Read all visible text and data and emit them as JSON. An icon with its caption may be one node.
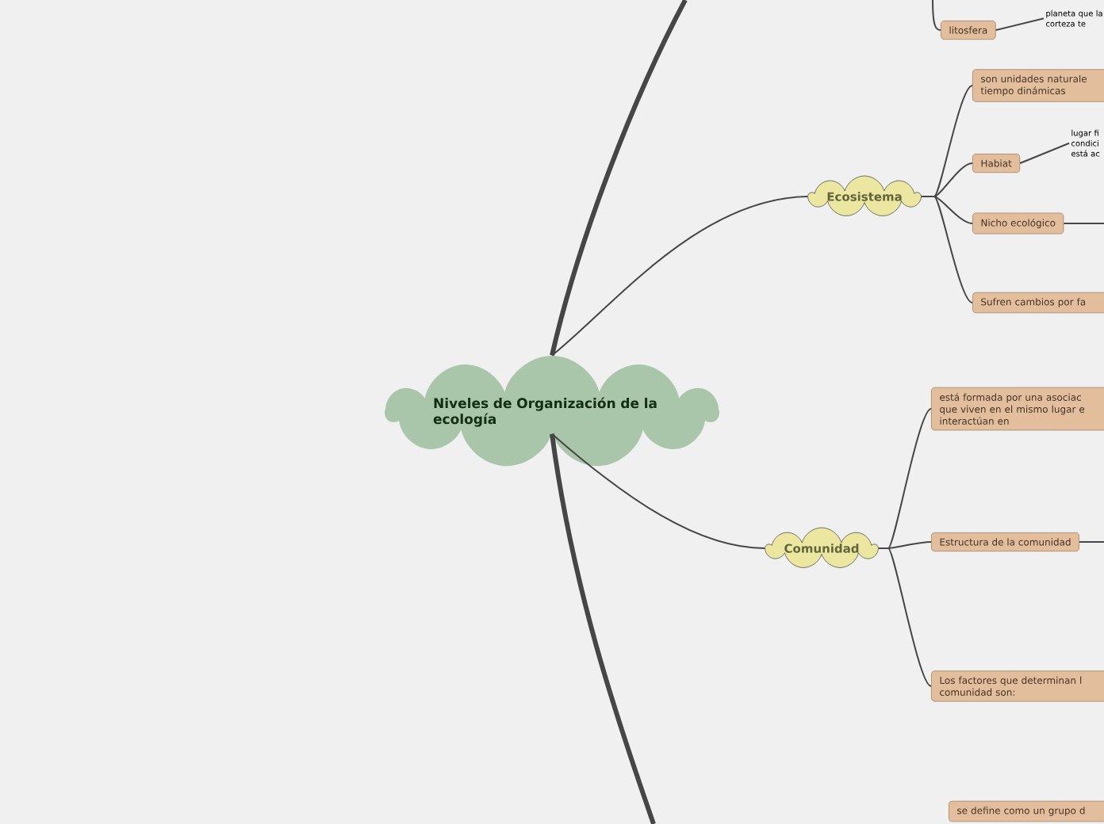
{
  "diagram": {
    "nodes": [
      {
        "text": [
          "Niveles  de Organización de la ecología"
        ]
      },
      {
        "text": [
          "litosfera"
        ]
      },
      {
        "text": [
          "planeta que la corteza te"
        ]
      },
      {
        "text": [
          "Ecosistema"
        ]
      },
      {
        "text": [
          "son unidades naturale tiempo dinámicas"
        ]
      },
      {
        "text": [
          "Habiat"
        ]
      },
      {
        "text": [
          "lugar fi condici está ac"
        ]
      },
      {
        "text": [
          "Nicho ecológico"
        ]
      },
      {
        "text": [
          "Sufren cambios por fa"
        ]
      },
      {
        "text": [
          "Comunidad"
        ]
      },
      {
        "text": [
          "está formada por una asociac que viven en el mismo lugar e interactúan en"
        ]
      },
      {
        "text": [
          "Estructura de la comunidad"
        ]
      },
      {
        "text": [
          "Los factores que determinan l comunidad son:"
        ]
      },
      {
        "text": [
          "se define como un grupo d"
        ]
      }
    ],
    "edges": [
      {
        "from": 0,
        "to": null,
        "arrow": "none",
        "style": "thick"
      },
      {
        "from": 0,
        "to": 3,
        "arrow": "none"
      },
      {
        "from": 0,
        "to": 9,
        "arrow": "none"
      },
      {
        "from": 0,
        "to": null,
        "arrow": "none",
        "style": "thick"
      },
      {
        "from": null,
        "to": 1,
        "arrow": "none"
      },
      {
        "from": 1,
        "to": 2,
        "arrow": "none"
      },
      {
        "from": 3,
        "to": 4,
        "arrow": "none"
      },
      {
        "from": 3,
        "to": 5,
        "arrow": "none"
      },
      {
        "from": 3,
        "to": 7,
        "arrow": "none"
      },
      {
        "from": 3,
        "to": 8,
        "arrow": "none"
      },
      {
        "from": 5,
        "to": 6,
        "arrow": "none"
      },
      {
        "from": 7,
        "to": null,
        "arrow": "none"
      },
      {
        "from": 9,
        "to": 10,
        "arrow": "none"
      },
      {
        "from": 9,
        "to": 11,
        "arrow": "none"
      },
      {
        "from": 9,
        "to": 12,
        "arrow": "none"
      },
      {
        "from": 11,
        "to": null,
        "arrow": "none"
      }
    ]
  }
}
